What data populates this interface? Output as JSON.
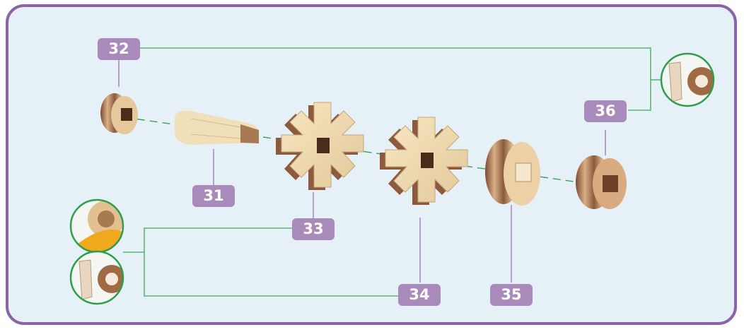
{
  "diagram": {
    "part_labels": {
      "p31": "31",
      "p32": "32",
      "p33": "33",
      "p34": "34",
      "p35": "35",
      "p36": "36"
    },
    "colors": {
      "frame_border": "#8a64a8",
      "background": "#e6f0f7",
      "badge": "#a98bbb",
      "leader_line": "#a98bbb",
      "bracket_line": "#3caa5a",
      "axis_line": "#2f9a4a",
      "wood_light": "#f2dfb6",
      "wood_dark": "#8c5a3c"
    }
  }
}
